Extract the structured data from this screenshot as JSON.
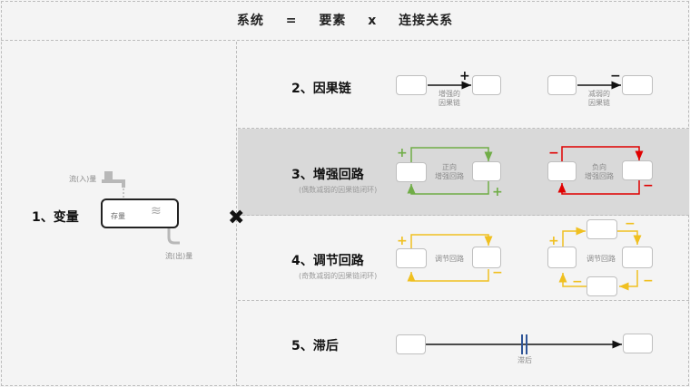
{
  "title": {
    "parts": [
      "系统",
      "=",
      "要素",
      "x",
      "连接关系"
    ]
  },
  "section1": {
    "label": "1、变量",
    "inflow": "流(入)量",
    "stock": "存量",
    "outflow": "流(出)量"
  },
  "section2": {
    "label": "2、因果链",
    "pos_caption": [
      "增强的",
      "因果链"
    ],
    "neg_caption": [
      "减弱的",
      "因果链"
    ],
    "plus": "+",
    "minus": "−"
  },
  "section3": {
    "label": "3、增强回路",
    "sublabel": "(偶数减弱的因果链闭环)",
    "pos_caption": [
      "正向",
      "增强回路"
    ],
    "neg_caption": [
      "负向",
      "增强回路"
    ],
    "plus": "+",
    "minus": "−"
  },
  "section4": {
    "label": "4、调节回路",
    "sublabel": "(奇数减弱的因果链闭环)",
    "caption_left": "调节回路",
    "caption_right": "调节回路",
    "plus": "+",
    "minus": "−"
  },
  "section5": {
    "label": "5、滞后",
    "caption": "滞后"
  },
  "operator": "✖",
  "colors": {
    "green": "#70ad47",
    "red": "#e00000",
    "yellow": "#f0c020",
    "black": "#111111",
    "gray_band": "#d9d9d9"
  }
}
